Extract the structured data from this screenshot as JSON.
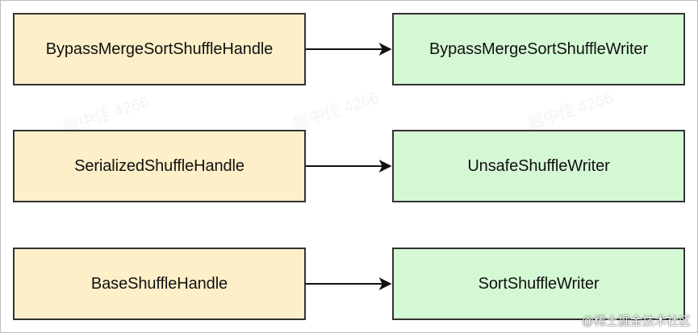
{
  "colors": {
    "handle_fill": "#fdefc8",
    "writer_fill": "#d5f8d4",
    "border": "#333333",
    "arrow": "#111111"
  },
  "rows": [
    {
      "handle": "BypassMergeSortShuffleHandle",
      "writer": "BypassMergeSortShuffleWriter"
    },
    {
      "handle": "SerializedShuffleHandle",
      "writer": "UnsafeShuffleWriter"
    },
    {
      "handle": "BaseShuffleHandle",
      "writer": "SortShuffleWriter"
    }
  ],
  "watermark": "掘中佳 4266",
  "credit": "@稀土掘金技术社区"
}
